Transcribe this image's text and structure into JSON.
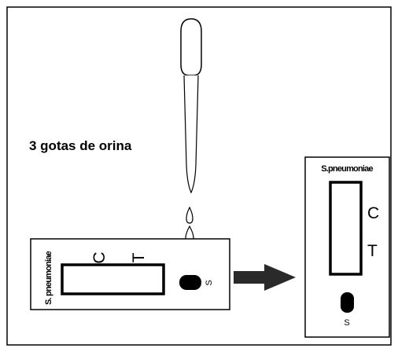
{
  "instruction_text": "3 gotas de orina",
  "test_strip": {
    "label": "S. pneumoniae",
    "control_label": "C",
    "test_label": "T",
    "sample_label": "S"
  },
  "result_card": {
    "label": "S.pneumoniae",
    "control_label": "C",
    "test_label": "T",
    "sample_label": "S"
  },
  "drop_count": 3
}
